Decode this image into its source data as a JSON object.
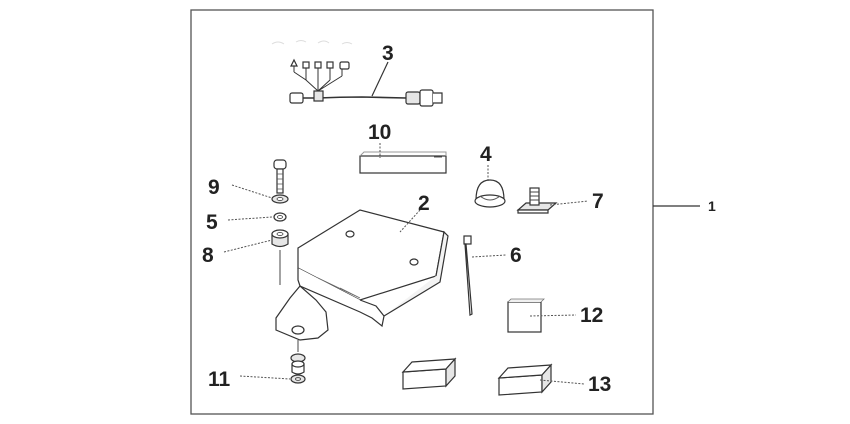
{
  "diagram": {
    "kit_label": "1",
    "callouts": {
      "bracket": "2",
      "wire_harness": "3",
      "cap": "4",
      "washer": "5",
      "cable_tie": "6",
      "stud_plate": "7",
      "collar": "8",
      "bolt": "9",
      "pad_strip": "10",
      "bottom_washer": "11",
      "small_pad": "12",
      "box": "13"
    }
  }
}
